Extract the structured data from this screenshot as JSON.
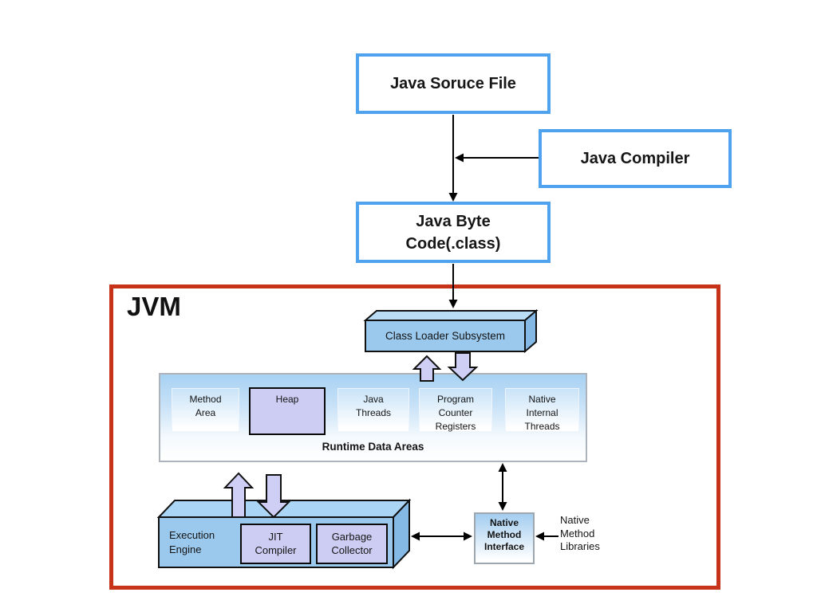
{
  "flow": {
    "source_file": "Java Soruce File",
    "compiler": "Java Compiler",
    "byte_code": "Java Byte\nCode(.class)"
  },
  "jvm": {
    "title": "JVM",
    "class_loader": "Class Loader Subsystem",
    "runtime": {
      "title": "Runtime Data Areas",
      "areas": [
        {
          "label": "Method\nArea"
        },
        {
          "label": "Heap"
        },
        {
          "label": "Java\nThreads"
        },
        {
          "label": "Program\nCounter\nRegisters"
        },
        {
          "label": "Native\nInternal\nThreads"
        }
      ]
    },
    "execution_engine": {
      "label": "Execution\nEngine",
      "jit_compiler": "JIT\nCompiler",
      "garbage_collector": "Garbage\nCollector"
    },
    "native_method_interface": "Native\nMethod\nInterface",
    "native_method_libraries": "Native\nMethod\nLibraries"
  },
  "colors": {
    "flow_box_border": "#4FA3EE",
    "jvm_border": "#C63318",
    "node_fill": "#9BC9EE",
    "node_top_fill": "#BBDCF5",
    "node_side_fill": "#84B9E6",
    "purple_fill": "#CDCDF4",
    "runtime_gradient_top": "#A7D1F2",
    "panel_gradient_top": "#C9E3F8",
    "arrow_color": "#000000"
  }
}
